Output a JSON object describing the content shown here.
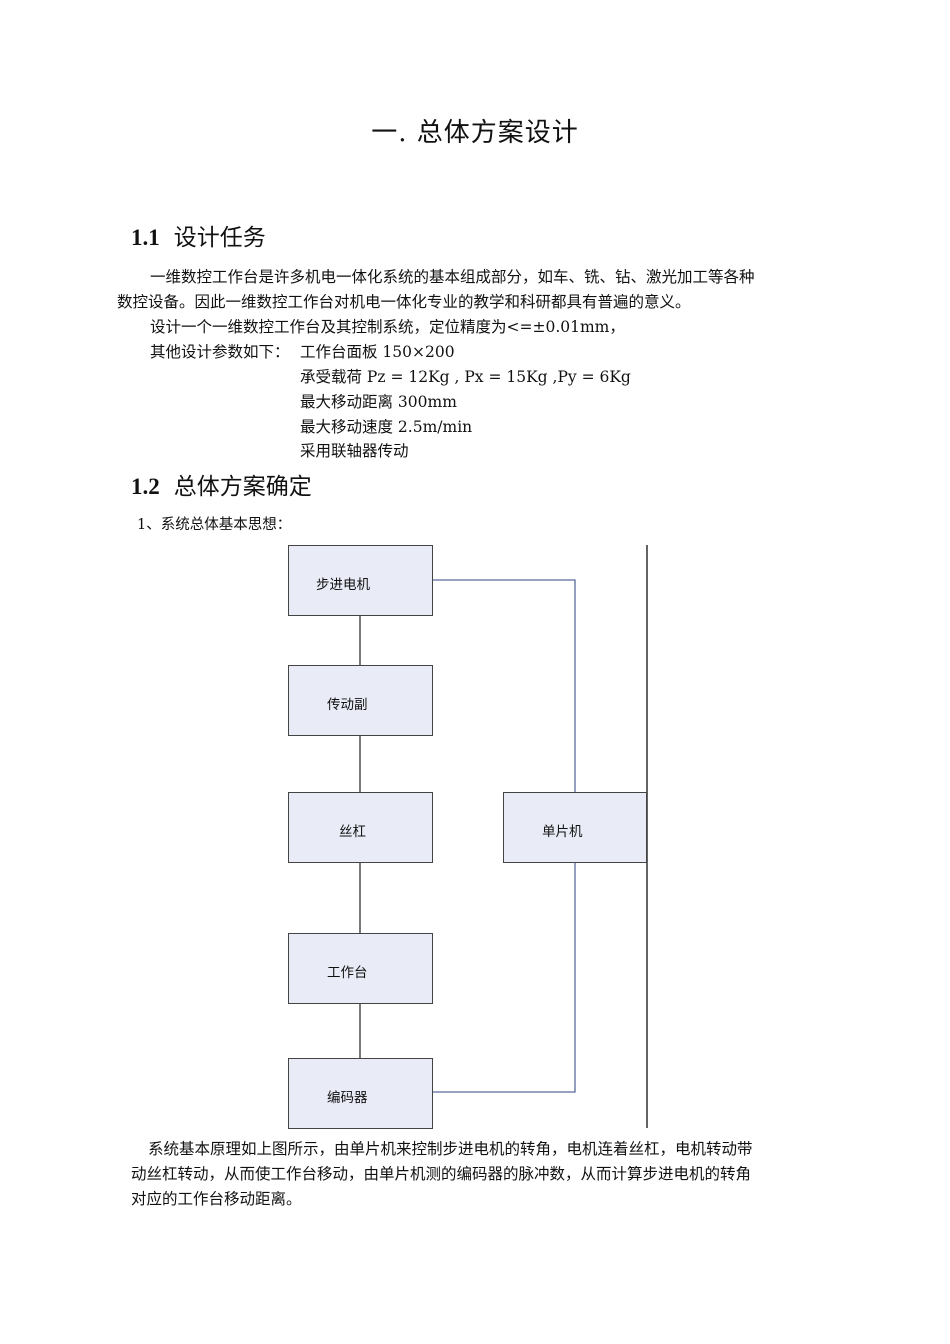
{
  "title": "一.   总体方案设计",
  "section1": {
    "number": "1.1",
    "heading": "设计任务",
    "para1_line1": "一维数控工作台是许多机电一体化系统的基本组成部分，如车、铣、钻、激光加工等各种",
    "para1_line2": "数控设备。因此一维数控工作台对机电一体化专业的教学和科研都具有普遍的意义。",
    "para2": "设计一个一维数控工作台及其控制系统，定位精度为<=±0.01mm，",
    "params_intro": "其他设计参数如下：",
    "params": [
      "工作台面板 150×200",
      "承受载荷  Pz = 12Kg , Px = 15Kg ,Py = 6Kg",
      "最大移动距离  300mm",
      "最大移动速度  2.5m/min",
      "采用联轴器传动"
    ]
  },
  "section2": {
    "number": "1.2",
    "heading": "总体方案确定",
    "item1": "1、系统总体基本思想："
  },
  "diagram": {
    "boxes": {
      "stepper": "步进电机",
      "transmission": "传动副",
      "leadscrew": "丝杠",
      "mcu": "单片机",
      "worktable": "工作台",
      "encoder": "编码器"
    },
    "box_fill": "#e9ecf7",
    "line_color_left": "#333333",
    "line_color_right": "#5a6a9a"
  },
  "conclusion": {
    "line1": "系统基本原理如上图所示，由单片机来控制步进电机的转角，电机连着丝杠，电机转动带",
    "line2": "动丝杠转动，从而使工作台移动，由单片机测的编码器的脉冲数，从而计算步进电机的转角",
    "line3": "对应的工作台移动距离。"
  }
}
